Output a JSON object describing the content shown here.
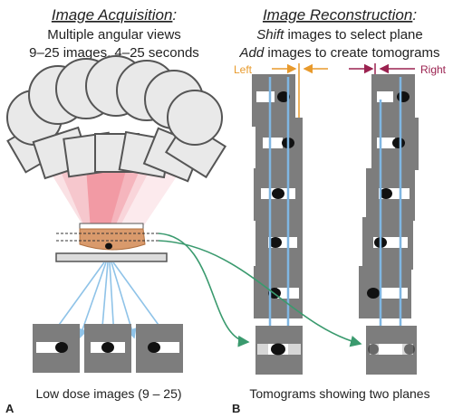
{
  "panel_a": {
    "heading": "Image Acquisition",
    "heading_suffix": ":",
    "line1": "Multiple angular views",
    "line2": "9–25 images, 4–25 seconds",
    "caption": "Low dose images (9 – 25)",
    "panel_letter": "A"
  },
  "panel_b": {
    "heading": "Image Reconstruction",
    "heading_suffix": ":",
    "line1_em": "Shift",
    "line1_rest": " images to select plane",
    "line2_em": "Add",
    "line2_rest": " images to create tomograms",
    "left_label": "Left",
    "right_label": "Right",
    "caption": "Tomograms showing two planes",
    "panel_letter": "B"
  },
  "colors": {
    "tube_outline": "#555555",
    "tube_fill": "#e9e9e9",
    "beam_red": "#e8485a",
    "breast_fill": "#d99a6c",
    "detector_fill": "#dcdcdc",
    "ray_blue": "#8fc3e8",
    "image_gray": "#7d7d7d",
    "stripe_white": "#ffffff",
    "lesion_black": "#111111",
    "arrow_green": "#3a9a6e",
    "left_orange": "#e89a2c",
    "right_maroon": "#9b2250",
    "sum_blue": "#7fb6e2"
  },
  "icons": {
    "tube": "xray-tube-icon",
    "lesion": "lesion-icon"
  }
}
